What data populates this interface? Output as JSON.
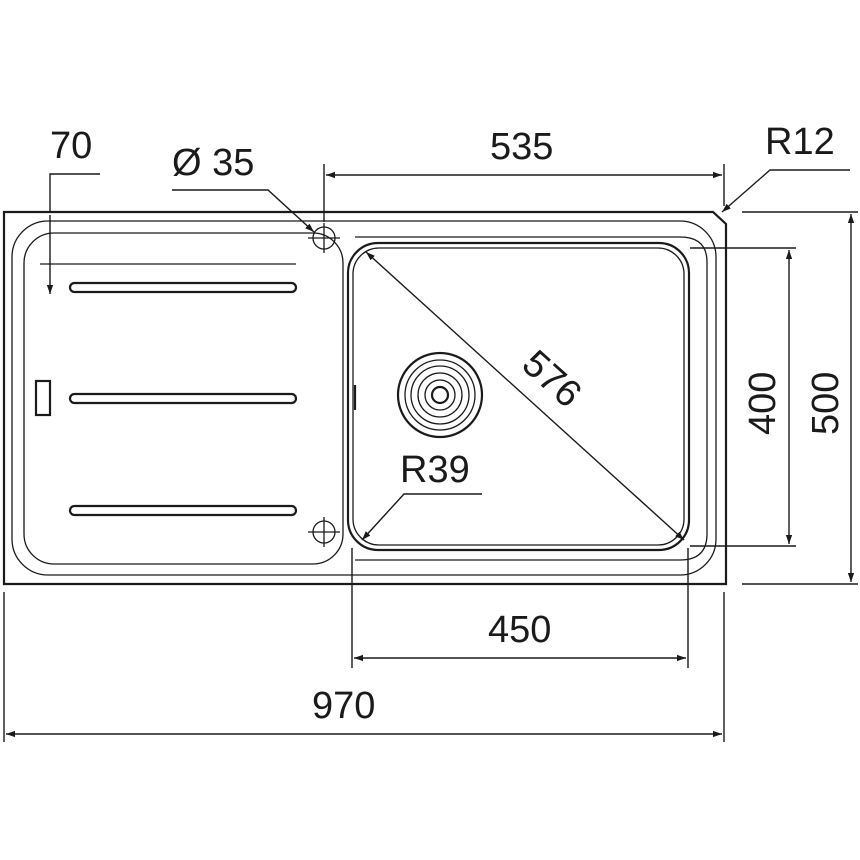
{
  "dimensions": {
    "drainer_offset": "70",
    "tap_hole": "Ø 35",
    "bowl_offset": "535",
    "corner_radius": "R12",
    "diagonal": "576",
    "bowl_depth": "400",
    "total_depth": "500",
    "bowl_radius": "R39",
    "bowl_width": "450",
    "total_width": "970"
  },
  "colors": {
    "line": "#1a1a1a",
    "background": "#ffffff"
  }
}
